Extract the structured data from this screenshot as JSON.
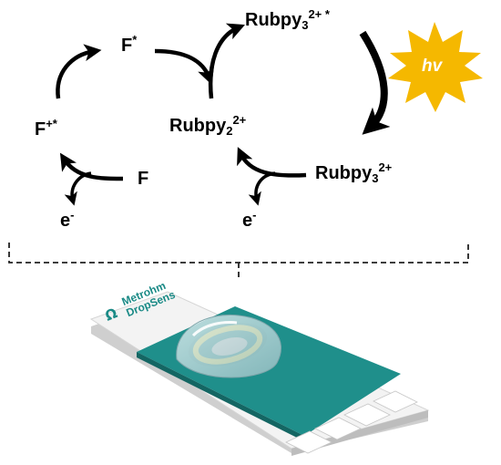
{
  "diagram": {
    "species": {
      "f_star": {
        "base": "F",
        "sup": "*"
      },
      "f_plus_star": {
        "base": "F",
        "sup": "+*"
      },
      "f": {
        "base": "F"
      },
      "e_left": {
        "base": "e",
        "sup": "-"
      },
      "e_right": {
        "base": "e",
        "sup": "-"
      },
      "rubpy3_excited": {
        "base": "Rubpy",
        "sub": "3",
        "sup": "2+ *"
      },
      "rubpy2": {
        "base": "Rubpy",
        "sub": "2",
        "sup": "2+"
      },
      "rubpy3_ground": {
        "base": "Rubpy",
        "sub": "3",
        "sup": "2+"
      }
    },
    "light_emission": {
      "label": "hv",
      "color": "#f5b800"
    },
    "electrode": {
      "brand_line1": "Metrohm",
      "brand_line2": "DropSens",
      "brand_color": "#1a8a86",
      "body_color": "#1f8f8b",
      "strip_color": "#f2f2f2"
    }
  }
}
